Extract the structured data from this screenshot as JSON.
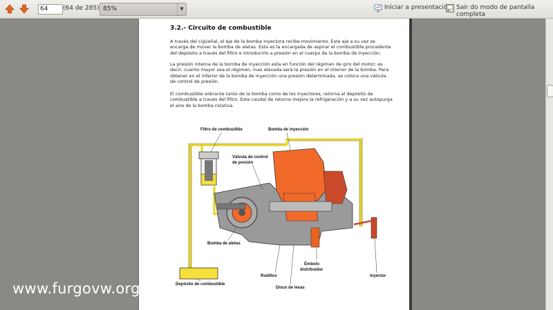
{
  "toolbar": {
    "page_value": "64",
    "page_count": "(64 de 285)",
    "zoom": "85%",
    "presentation_label": "Iniciar a presentación",
    "fullscreen_exit_label": "Sair do modo de pantalla completa"
  },
  "document": {
    "heading": "3.2.- Circuito de combustible",
    "paragraphs": [
      "A través del cigüeñal, el eje de la bomba inyectora recibe movimiento. Este eje a su vez se encarga de mover la bomba de aletas. Esta es la encargada de aspirar el combustible procedente del depósito a través del filtro e introducirlo a presión en el cuerpo de la bomba de inyección.",
      "La presión interna de la bomba de inyección esta en función del régimen de giro del motor; es decir, cuanto mayor sea el régimen, mas elevada será la presión en el interior de la bomba. Para obtener en el inferior de la bomba de inyección una presión determinada, se coloca una válvula de control de presión.",
      "El combustible sobrante tanto de la bomba como de los inyectores, retorna al depósito de combustible a través del filtro. Este caudal de retorno mejora la refrigeración y a su vez autopurga el aire de la bomba rotativa."
    ],
    "diagram_labels": {
      "filtro": "Filtro de combustible",
      "bomba_inyeccion": "Bomba de inyección",
      "valvula_1": "Válvula de control",
      "valvula_2": "de presión",
      "bomba_aletas": "Bomba de aletas",
      "rodillos": "Rodillos",
      "embolo_1": "Émbolo",
      "embolo_2": "distribuidor",
      "inyector": "Inyector",
      "deposito": "Depósito de combustible",
      "disco": "Disco de levas"
    }
  },
  "watermark": "www.furgovw.org",
  "colors": {
    "toolbar_bg": "#e8e6e1",
    "viewer_bg": "#8a8985",
    "pump_orange": "#f26a2a",
    "fuel_yellow": "#f5e03a",
    "arrow_orange": "#e8641e"
  }
}
